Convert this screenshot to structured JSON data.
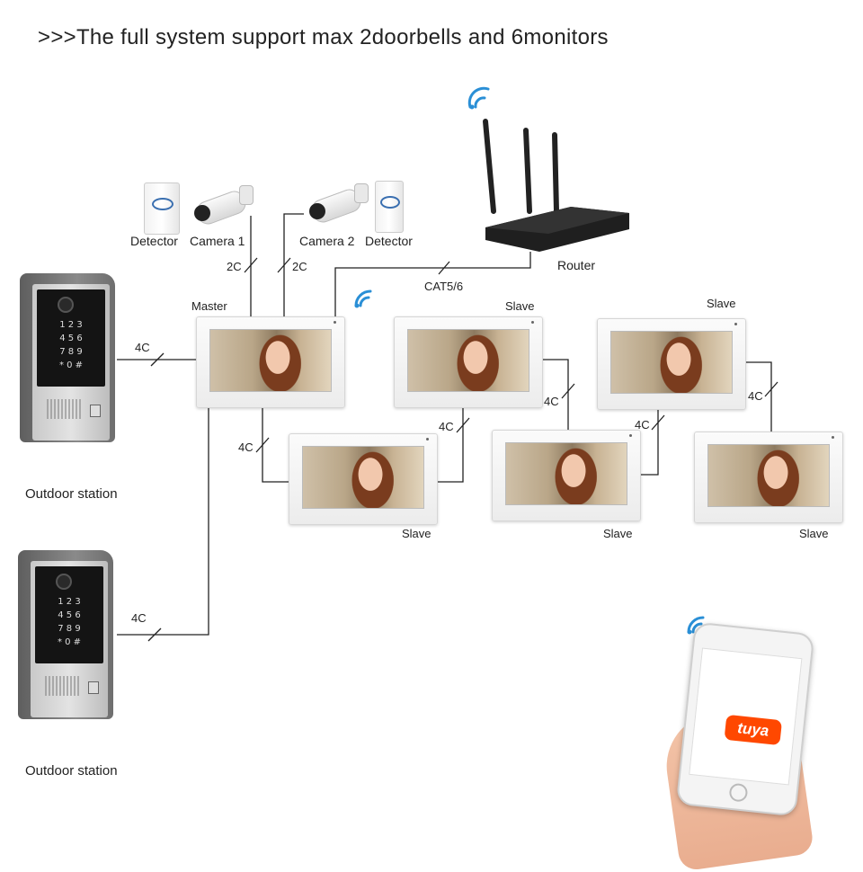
{
  "title": ">>>The full system support max 2doorbells and 6monitors",
  "labels": {
    "detector": "Detector",
    "camera1": "Camera 1",
    "camera2": "Camera 2",
    "router": "Router",
    "cat": "CAT5/6",
    "master": "Master",
    "slave": "Slave",
    "outdoor": "Outdoor station",
    "c2": "2C",
    "c4": "4C"
  },
  "keypad": "1 2 3\n4 5 6\n7 8 9\n* 0 #",
  "app": {
    "name": "tuya"
  },
  "colors": {
    "wire": "#222222",
    "wifi": "#2a8fd6",
    "tuya": "#ff4800"
  }
}
